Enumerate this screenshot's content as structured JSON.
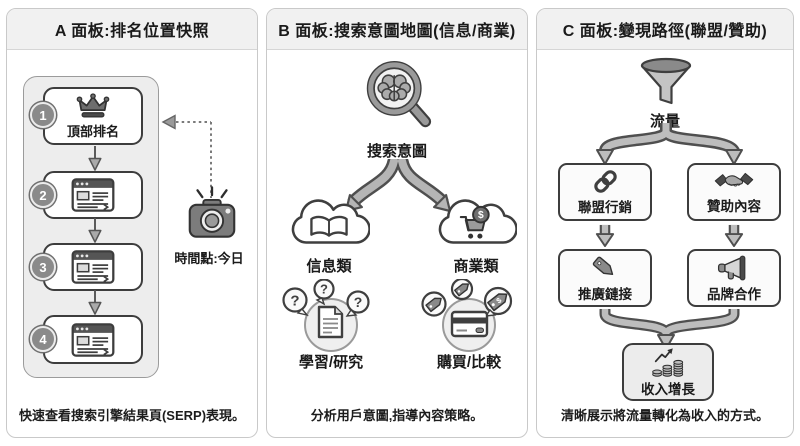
{
  "colors": {
    "panel_border": "#c9c9c9",
    "header_bg": "#f1f1f1",
    "container_bg": "#ededed",
    "box_border": "#3d3d3d",
    "icon_mid_gray": "#8f8f8f",
    "arrow_fill": "#bdbdbd",
    "arrow_outline": "#4f4f4f",
    "text": "#1a1a1a"
  },
  "panels": {
    "a": {
      "title": "A 面板:排名位置快照",
      "items": [
        {
          "badge": "1",
          "label": "頂部排名",
          "icon": "crown-icon"
        },
        {
          "badge": "2",
          "icon": "serp-window-icon"
        },
        {
          "badge": "3",
          "icon": "serp-window-icon"
        },
        {
          "badge": "4",
          "icon": "serp-window-icon"
        }
      ],
      "camera": {
        "icon": "camera-icon",
        "label": "時間點:今日"
      },
      "caption": "快速查看搜索引擎結果頁(SERP)表現。"
    },
    "b": {
      "title": "B 面板:搜索意圖地圖(信息/商業)",
      "root": {
        "icon": "magnifier-brain-icon",
        "label": "搜索意圖"
      },
      "branches": [
        {
          "cloud_icon": "book-icon",
          "label": "信息類",
          "cluster_icon": "document-questions-icon",
          "sub_label": "學習/研究"
        },
        {
          "cloud_icon": "cart-icon",
          "label": "商業類",
          "cluster_icon": "credit-card-tags-icon",
          "sub_label": "購買/比較"
        }
      ],
      "caption": "分析用戶意圖,指導內容策略。"
    },
    "c": {
      "title": "C 面板:變現路徑(聯盟/贊助)",
      "source": {
        "icon": "funnel-icon",
        "label": "流量"
      },
      "paths": [
        {
          "step1": {
            "icon": "chain-link-icon",
            "label": "聯盟行銷"
          },
          "step2": {
            "icon": "price-tag-icon",
            "label": "推廣鏈接"
          }
        },
        {
          "step1": {
            "icon": "handshake-icon",
            "label": "贊助內容"
          },
          "step2": {
            "icon": "megaphone-icon",
            "label": "品牌合作"
          }
        }
      ],
      "result": {
        "icon": "coins-growth-icon",
        "label": "收入增長"
      },
      "caption": "清晰展示將流量轉化為收入的方式。"
    }
  }
}
